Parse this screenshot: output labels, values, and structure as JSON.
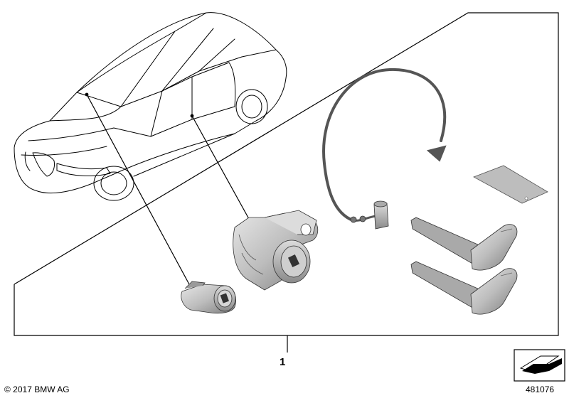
{
  "diagram": {
    "part_number_label": "1",
    "copyright": "© 2017 BMW AG",
    "diagram_id": "481076"
  },
  "parts": [
    {
      "name": "vehicle-silhouette",
      "icon": "car-outline-icon"
    },
    {
      "name": "ignition-lock-cylinder",
      "icon": "small-lock-cylinder-icon"
    },
    {
      "name": "door-lock-cylinder",
      "icon": "door-lock-housing-icon"
    },
    {
      "name": "key-cable-with-cap",
      "icon": "cable-tag-icon"
    },
    {
      "name": "emergency-key-blade",
      "icon": "key-blade-icon"
    },
    {
      "name": "code-tag-card",
      "icon": "code-card-icon"
    }
  ],
  "colors": {
    "line": "#000000",
    "part_fill": "#c9c9c9",
    "part_shade": "#8f8f8f",
    "cable": "#555555"
  }
}
